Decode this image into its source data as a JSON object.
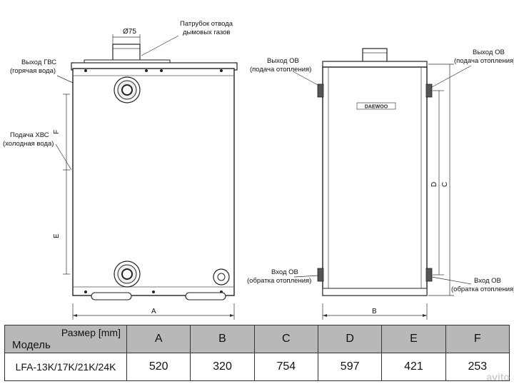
{
  "labels": {
    "flue_outlet": [
      "Патрубок отвода",
      "дымовых газов"
    ],
    "diameter": "Ø75",
    "dhw_out": [
      "Выход ГВС",
      "(горячая вода)"
    ],
    "cold_in": [
      "Подача ХВС",
      "(холодная вода)"
    ],
    "ch_out_left": [
      "Выход ОВ",
      "(подача отопления)"
    ],
    "ch_out_right": [
      "Выход ОВ",
      "(подача отопления)"
    ],
    "ch_in_left": [
      "Вход ОВ",
      "(обратка отопления)"
    ],
    "ch_in_right": [
      "Вход ОВ",
      "(обратка отопления)"
    ],
    "nameplate": "DAEWOO"
  },
  "dimensions": {
    "a": "A",
    "b": "B",
    "c": "C",
    "d": "D",
    "e": "E",
    "f": "F"
  },
  "table": {
    "size_label": "Размер [mm]",
    "model_label": "Модель",
    "columns": [
      "A",
      "B",
      "C",
      "D",
      "E",
      "F"
    ],
    "rows": [
      {
        "model": "LFA-13K/17K/21K/24K",
        "values": [
          "520",
          "320",
          "754",
          "597",
          "421",
          "253"
        ]
      }
    ]
  },
  "watermark": "avito"
}
